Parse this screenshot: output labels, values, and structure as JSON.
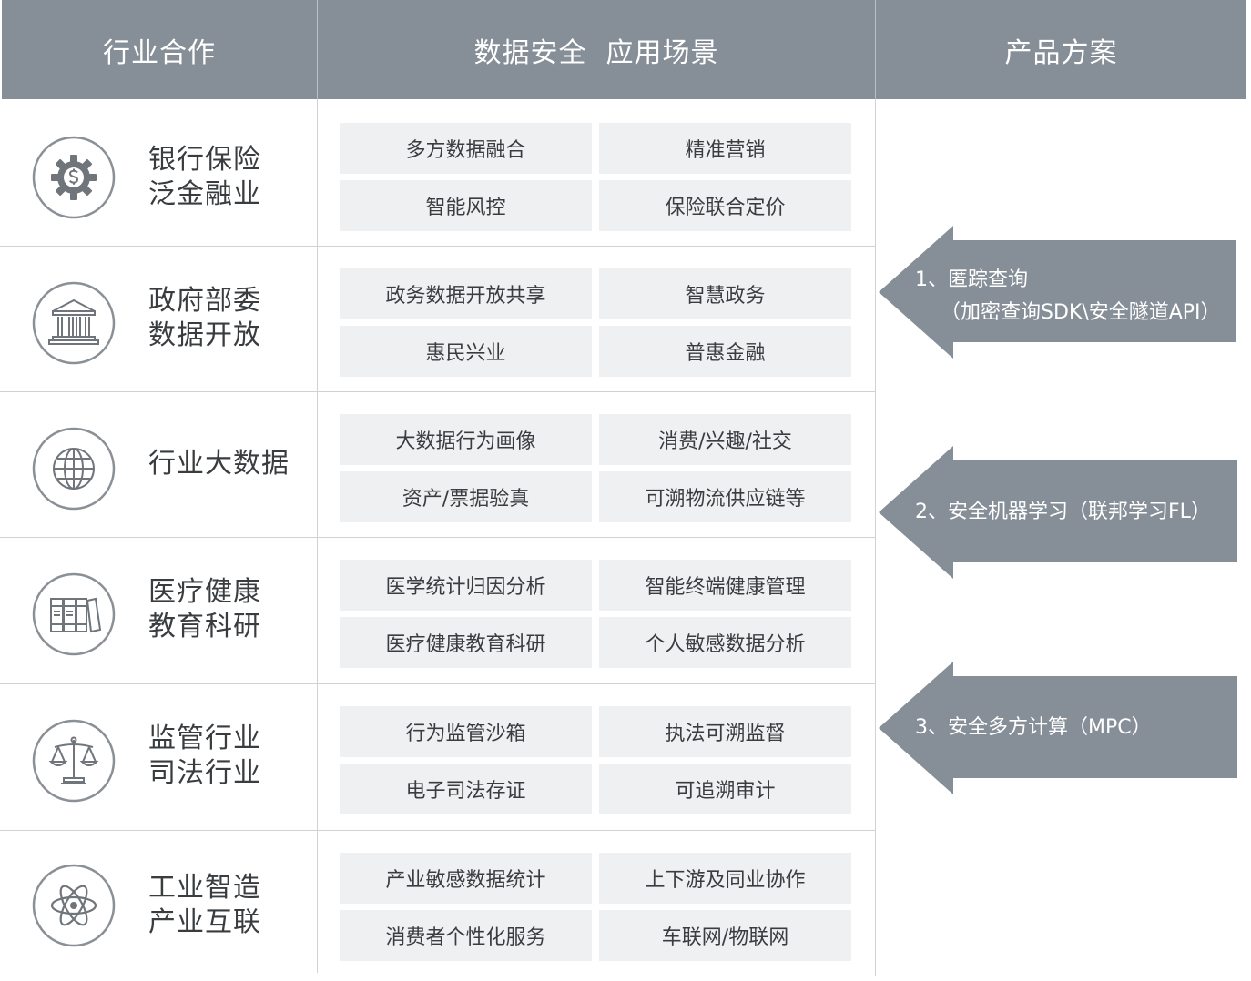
{
  "header": {
    "col1": "行业合作",
    "col2": "数据安全  应用场景",
    "col3": "产品方案"
  },
  "rows": [
    {
      "icon": "dollar-gear-icon",
      "label_line1": "银行保险",
      "label_line2": "泛金融业",
      "cells": [
        "多方数据融合",
        "精准营销",
        "智能风控",
        "保险联合定价"
      ]
    },
    {
      "icon": "government-building-icon",
      "label_line1": "政府部委",
      "label_line2": "数据开放",
      "cells": [
        "政务数据开放共享",
        "智慧政务",
        "惠民兴业",
        "普惠金融"
      ]
    },
    {
      "icon": "globe-icon",
      "label_line1": "行业大数据",
      "label_line2": "",
      "cells": [
        "大数据行为画像",
        "消费/兴趣/社交",
        "资产/票据验真",
        "可溯物流供应链等"
      ]
    },
    {
      "icon": "books-icon",
      "label_line1": "医疗健康",
      "label_line2": "教育科研",
      "cells": [
        "医学统计归因分析",
        "智能终端健康管理",
        "医疗健康教育科研",
        "个人敏感数据分析"
      ]
    },
    {
      "icon": "scales-icon",
      "label_line1": "监管行业",
      "label_line2": "司法行业",
      "cells": [
        "行为监管沙箱",
        "执法可溯监督",
        "电子司法存证",
        "可追溯审计"
      ]
    },
    {
      "icon": "atom-icon",
      "label_line1": "工业智造",
      "label_line2": "产业互联",
      "cells": [
        "产业敏感数据统计",
        "上下游及同业协作",
        "消费者个性化服务",
        "车联网/物联网"
      ]
    }
  ],
  "solutions": [
    {
      "line1": "1、匿踪查询",
      "line2": "（加密查询SDK\\安全隧道API）"
    },
    {
      "line1": "2、安全机器学习（联邦学习FL）",
      "line2": ""
    },
    {
      "line1": "3、安全多方计算（MPC）",
      "line2": ""
    }
  ],
  "colors": {
    "header_bg": "#868e97",
    "cell_bg": "#eff0f1",
    "arrow_fill": "#868e97",
    "icon_stroke": "#8a9096"
  }
}
